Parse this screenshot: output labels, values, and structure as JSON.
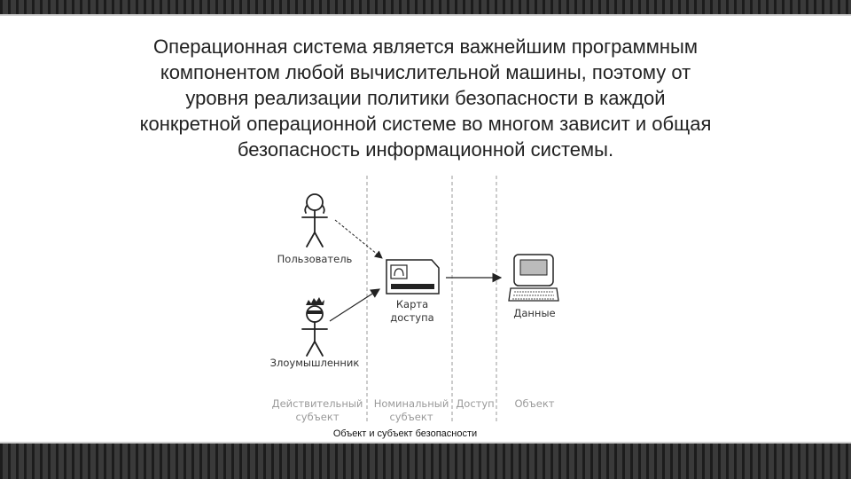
{
  "slide": {
    "text_lines": [
      "Операционная система является важнейшим программным",
      "компонентом любой вычислительной машины, поэтому от",
      "уровня реализации политики безопасности в каждой",
      "конкретной операционной системе во многом зависит и общая",
      "безопасность информационной системы."
    ]
  },
  "diagram": {
    "user_label": "Пользователь",
    "intruder_label": "Злоумышленник",
    "card_label_line1": "Карта",
    "card_label_line2": "доступа",
    "data_label": "Данные",
    "zone_real_line1": "Действительный",
    "zone_real_line2": "субъект",
    "zone_nominal_line1": "Номинальный",
    "zone_nominal_line2": "субъект",
    "zone_access": "Доступ",
    "zone_object": "Объект",
    "caption": "Объект и субъект безопасности",
    "card_icon": "access-card-icon",
    "computer_icon": "computer-icon"
  },
  "colors": {
    "band": "#2e2e2e",
    "text": "#222222",
    "zone_label": "#9a9a9a"
  }
}
